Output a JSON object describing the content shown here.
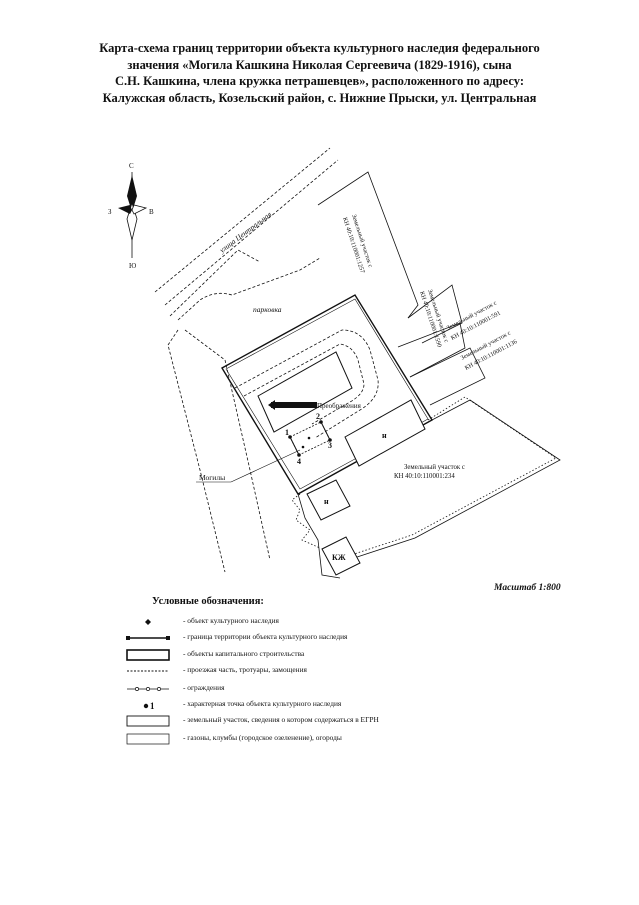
{
  "title": {
    "lines": [
      "Карта-схема границ территории объекта культурного наследия  федерального",
      "значения «Могила Кашкина Николая Сергеевича (1829-1916), сына",
      "С.Н. Кашкина, члена кружка петрашевцев», расположенного по адресу:",
      "Калужская область, Козельский район, с. Нижние Прыски, ул. Центральная"
    ]
  },
  "compass": {
    "n": "С",
    "s": "Ю",
    "e": "В",
    "w": "З"
  },
  "map_labels": {
    "street": "улица Центральная",
    "parking": "парковка",
    "church": "Преображения",
    "graves": "Могилы",
    "parcel_main": "Земельный участок с",
    "parcel_main_kn": "КН 40:10:110001:234",
    "parcel_1": "Земельный участок с",
    "parcel_1_kn": "КН 40:10:110001:1257",
    "parcel_2": "Земельный участок с",
    "parcel_2_kn": "КН 40:10:110001:1590",
    "parcel_3": "Земельный участок с",
    "parcel_3_kn": "КН 40:10:110001:591",
    "parcel_4": "Земельный участок с",
    "parcel_4_kn": "КН 40:10:110001:1136",
    "building_n1": "н",
    "building_n2": "н",
    "building_kzh": "КЖ",
    "points": [
      "1",
      "2",
      "3",
      "4"
    ]
  },
  "scale": "Масштаб 1:800",
  "legend": {
    "title": "Условные обозначения:",
    "items": [
      {
        "symbol": "object-dot-icon",
        "text": "- объект культурного наследия"
      },
      {
        "symbol": "boundary-line-icon",
        "text": "- граница территории объекта культурного наследия"
      },
      {
        "symbol": "capital-building-icon",
        "text": "- объекты капитального строительства"
      },
      {
        "symbol": "dashed-road-icon",
        "text": "- проезжая часть, тротуары, замощения"
      },
      {
        "symbol": "fence-icon",
        "text": "- ограждения"
      },
      {
        "symbol": "characteristic-point-icon",
        "text": "- характерная точка объекта культурного наследия",
        "point_label": "1"
      },
      {
        "symbol": "parcel-icon",
        "text": "- земельный участок, сведения о котором содержаться в ЕГРН"
      },
      {
        "symbol": "lawn-icon",
        "text": "- газоны, клумбы (городское озеленение), огороды"
      }
    ]
  }
}
